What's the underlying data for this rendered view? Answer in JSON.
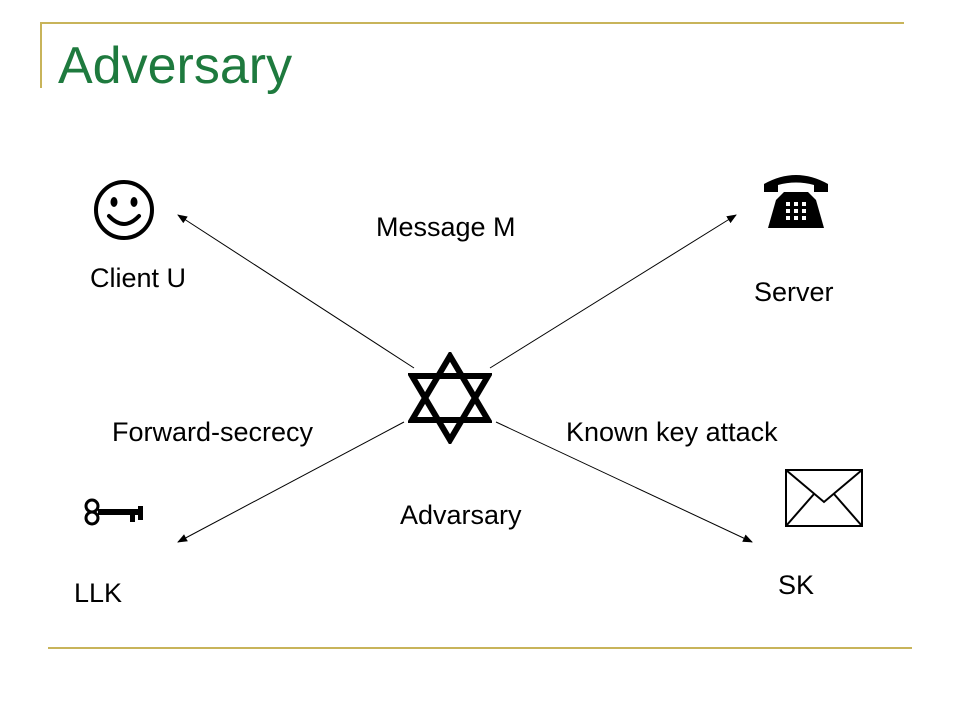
{
  "slide": {
    "title": "Adversary",
    "accent_color": "#1e7a3e",
    "rule_color": "#c8b45a"
  },
  "diagram": {
    "center": {
      "label": "Advarsary",
      "icon": "star-of-david-icon"
    },
    "nodes": {
      "client": {
        "label": "Client U",
        "icon": "smiley-face-icon"
      },
      "server": {
        "label": "Server",
        "icon": "telephone-icon"
      },
      "llk": {
        "label": "LLK",
        "icon": "key-icon"
      },
      "sk": {
        "label": "SK",
        "icon": "envelope-icon"
      }
    },
    "edge_labels": {
      "top": "Message M",
      "left": "Forward-secrecy",
      "right": "Known key attack"
    }
  }
}
